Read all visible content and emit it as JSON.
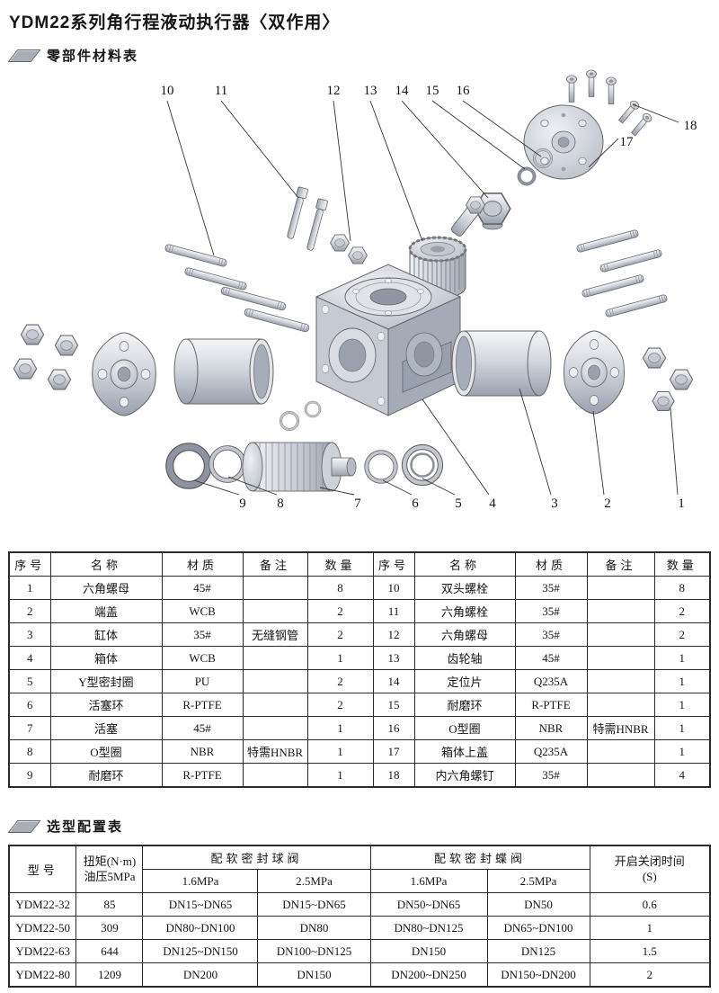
{
  "page": {
    "title": "YDM22系列角行程液动执行器〈双作用〉",
    "parts_section_title": "零部件材料表",
    "selection_section_title": "选型配置表"
  },
  "diagram": {
    "callouts": [
      "1",
      "2",
      "3",
      "4",
      "5",
      "6",
      "7",
      "8",
      "9",
      "10",
      "11",
      "12",
      "13",
      "14",
      "15",
      "16",
      "17",
      "18"
    ]
  },
  "parts_table": {
    "headers": {
      "no": "序号",
      "name": "名称",
      "material": "材质",
      "note": "备注",
      "qty": "数量"
    },
    "left_rows": [
      {
        "no": "1",
        "name": "六角螺母",
        "material": "45#",
        "note": "",
        "qty": "8"
      },
      {
        "no": "2",
        "name": "端盖",
        "material": "WCB",
        "note": "",
        "qty": "2"
      },
      {
        "no": "3",
        "name": "缸体",
        "material": "35#",
        "note": "无缝钢管",
        "qty": "2"
      },
      {
        "no": "4",
        "name": "箱体",
        "material": "WCB",
        "note": "",
        "qty": "1"
      },
      {
        "no": "5",
        "name": "Y型密封圈",
        "material": "PU",
        "note": "",
        "qty": "2"
      },
      {
        "no": "6",
        "name": "活塞环",
        "material": "R-PTFE",
        "note": "",
        "qty": "2"
      },
      {
        "no": "7",
        "name": "活塞",
        "material": "45#",
        "note": "",
        "qty": "1"
      },
      {
        "no": "8",
        "name": "O型圈",
        "material": "NBR",
        "note": "特需HNBR",
        "qty": "1"
      },
      {
        "no": "9",
        "name": "耐磨环",
        "material": "R-PTFE",
        "note": "",
        "qty": "1"
      }
    ],
    "right_rows": [
      {
        "no": "10",
        "name": "双头螺栓",
        "material": "35#",
        "note": "",
        "qty": "8"
      },
      {
        "no": "11",
        "name": "六角螺栓",
        "material": "35#",
        "note": "",
        "qty": "2"
      },
      {
        "no": "12",
        "name": "六角螺母",
        "material": "35#",
        "note": "",
        "qty": "2"
      },
      {
        "no": "13",
        "name": "齿轮轴",
        "material": "45#",
        "note": "",
        "qty": "1"
      },
      {
        "no": "14",
        "name": "定位片",
        "material": "Q235A",
        "note": "",
        "qty": "1"
      },
      {
        "no": "15",
        "name": "耐磨环",
        "material": "R-PTFE",
        "note": "",
        "qty": "1"
      },
      {
        "no": "16",
        "name": "O型圈",
        "material": "NBR",
        "note": "特需HNBR",
        "qty": "1"
      },
      {
        "no": "17",
        "name": "箱体上盖",
        "material": "Q235A",
        "note": "",
        "qty": "1"
      },
      {
        "no": "18",
        "name": "内六角螺钉",
        "material": "35#",
        "note": "",
        "qty": "4"
      }
    ]
  },
  "selection_table": {
    "headers": {
      "model": "型号",
      "torque_line1": "扭矩(N·m)",
      "torque_line2": "油压5MPa",
      "ball_valve": "配软密封球阀",
      "butterfly_valve": "配软密封蝶阀",
      "p16": "1.6MPa",
      "p25": "2.5MPa",
      "time_line1": "开启关闭时间",
      "time_line2": "(S)"
    },
    "rows": [
      {
        "model": "YDM22-32",
        "torque": "85",
        "ball_16": "DN15~DN65",
        "ball_25": "DN15~DN65",
        "bf_16": "DN50~DN65",
        "bf_25": "DN50",
        "time": "0.6"
      },
      {
        "model": "YDM22-50",
        "torque": "309",
        "ball_16": "DN80~DN100",
        "ball_25": "DN80",
        "bf_16": "DN80~DN125",
        "bf_25": "DN65~DN100",
        "time": "1"
      },
      {
        "model": "YDM22-63",
        "torque": "644",
        "ball_16": "DN125~DN150",
        "ball_25": "DN100~DN125",
        "bf_16": "DN150",
        "bf_25": "DN125",
        "time": "1.5"
      },
      {
        "model": "YDM22-80",
        "torque": "1209",
        "ball_16": "DN200",
        "ball_25": "DN150",
        "bf_16": "DN200~DN250",
        "bf_25": "DN150~DN200",
        "time": "2"
      }
    ]
  }
}
